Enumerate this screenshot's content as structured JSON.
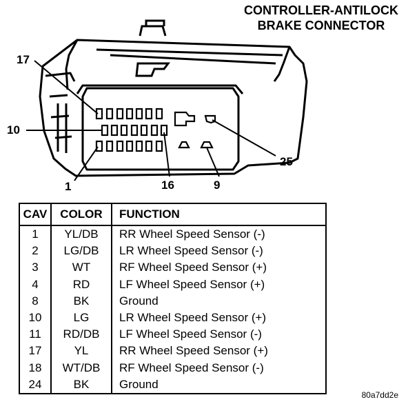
{
  "title": {
    "line1": "CONTROLLER-ANTILOCK",
    "line2": "BRAKE CONNECTOR"
  },
  "diagram": {
    "callouts": [
      "17",
      "10",
      "1",
      "16",
      "9",
      "25"
    ]
  },
  "table": {
    "headers": [
      "CAV",
      "COLOR",
      "FUNCTION"
    ],
    "rows": [
      {
        "cav": "1",
        "color": "YL/DB",
        "function": "RR Wheel Speed Sensor (-)"
      },
      {
        "cav": "2",
        "color": "LG/DB",
        "function": "LR Wheel Speed Sensor (-)"
      },
      {
        "cav": "3",
        "color": "WT",
        "function": "RF Wheel Speed Sensor (+)"
      },
      {
        "cav": "4",
        "color": "RD",
        "function": "LF Wheel Speed Sensor (+)"
      },
      {
        "cav": "8",
        "color": "BK",
        "function": "Ground"
      },
      {
        "cav": "10",
        "color": "LG",
        "function": "LR Wheel Speed Sensor (+)"
      },
      {
        "cav": "11",
        "color": "RD/DB",
        "function": "LF Wheel Speed Sensor (-)"
      },
      {
        "cav": "17",
        "color": "YL",
        "function": "RR Wheel Speed Sensor (+)"
      },
      {
        "cav": "18",
        "color": "WT/DB",
        "function": "RF Wheel Speed Sensor (-)"
      },
      {
        "cav": "24",
        "color": "BK",
        "function": "Ground"
      }
    ]
  },
  "footer": {
    "code": "80a7dd2e"
  }
}
